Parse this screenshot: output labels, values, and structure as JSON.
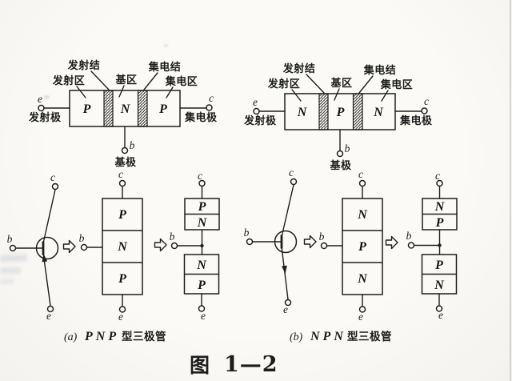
{
  "figure": {
    "label": "图",
    "number": "1—2"
  },
  "captions": {
    "a": {
      "index": "(a)",
      "type": "PNP",
      "suffix": "型三极管"
    },
    "b": {
      "index": "(b)",
      "type": "NPN",
      "suffix": "型三极管"
    }
  },
  "labels": {
    "emitter_junction": "发射结",
    "collector_junction": "集电结",
    "emitter_region": "发射区",
    "base_region": "基区",
    "collector_region": "集电区",
    "emitter_electrode": "发射极",
    "collector_electrode": "集电极",
    "base_electrode": "基极"
  },
  "terminals": {
    "e": "e",
    "c": "c",
    "b": "b"
  },
  "pnp": {
    "structure_regions": [
      "P",
      "N",
      "P"
    ],
    "block_regions": [
      "P",
      "N",
      "P"
    ],
    "stack_top": [
      "P",
      "N"
    ],
    "stack_bottom": [
      "N",
      "P"
    ]
  },
  "npn": {
    "structure_regions": [
      "N",
      "P",
      "N"
    ],
    "block_regions": [
      "N",
      "P",
      "N"
    ],
    "stack_top": [
      "N",
      "P"
    ],
    "stack_bottom": [
      "P",
      "N"
    ]
  }
}
